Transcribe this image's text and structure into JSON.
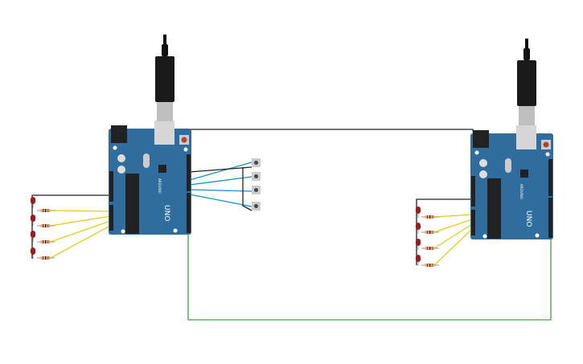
{
  "boards": [
    {
      "id": "left",
      "model_label": "UNO",
      "brand_label": "ARDUINO"
    },
    {
      "id": "right",
      "model_label": "UNO",
      "brand_label": "ARDUINO"
    }
  ],
  "colors": {
    "board": "#2f6d9e",
    "wire_black": "#222222",
    "wire_green": "#3aa63a",
    "wire_yellow": "#e6cc1a",
    "wire_blue": "#1a8fd0",
    "led": "#9e1b1b",
    "button": "#cccccc"
  },
  "components": {
    "left_leds": 4,
    "right_leds": 4,
    "buttons": 4
  }
}
